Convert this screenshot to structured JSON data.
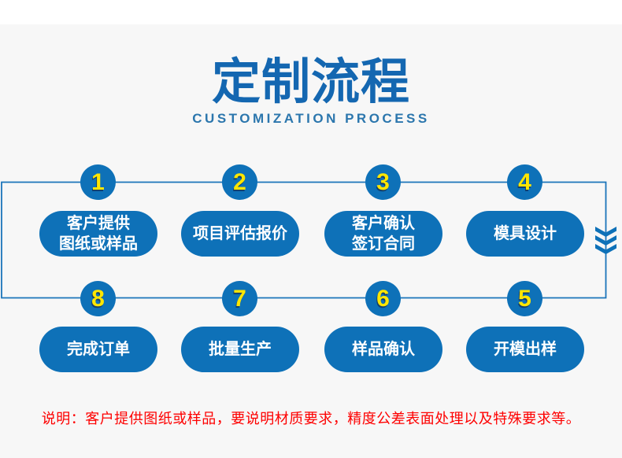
{
  "header": {
    "title": "定制流程",
    "subtitle": "CUSTOMIZATION PROCESS"
  },
  "flow": {
    "rows": [
      {
        "items": [
          {
            "num": "1",
            "label": "客户提供\n图纸或样品"
          },
          {
            "num": "2",
            "label": "项目评估报价"
          },
          {
            "num": "3",
            "label": "客户确认\n签订合同"
          },
          {
            "num": "4",
            "label": "模具设计"
          }
        ]
      },
      {
        "items": [
          {
            "num": "8",
            "label": "完成订单"
          },
          {
            "num": "7",
            "label": "批量生产"
          },
          {
            "num": "6",
            "label": "样品确认"
          },
          {
            "num": "5",
            "label": "开模出样"
          }
        ]
      }
    ],
    "connector_icon": "triple-chevron-down"
  },
  "note": "说明：客户提供图纸或样品，要说明材质要求，精度公差表面处理以及特殊要求等。",
  "colors": {
    "primary_blue": "#0e71b8",
    "title_blue": "#1467b1",
    "subtitle_blue": "#2b76ad",
    "number_yellow": "#ffe600",
    "note_red": "#fe0000",
    "line_blue": "#1b74ba",
    "page_bg": "#f7f7f7",
    "top_band": "#ffffff"
  }
}
